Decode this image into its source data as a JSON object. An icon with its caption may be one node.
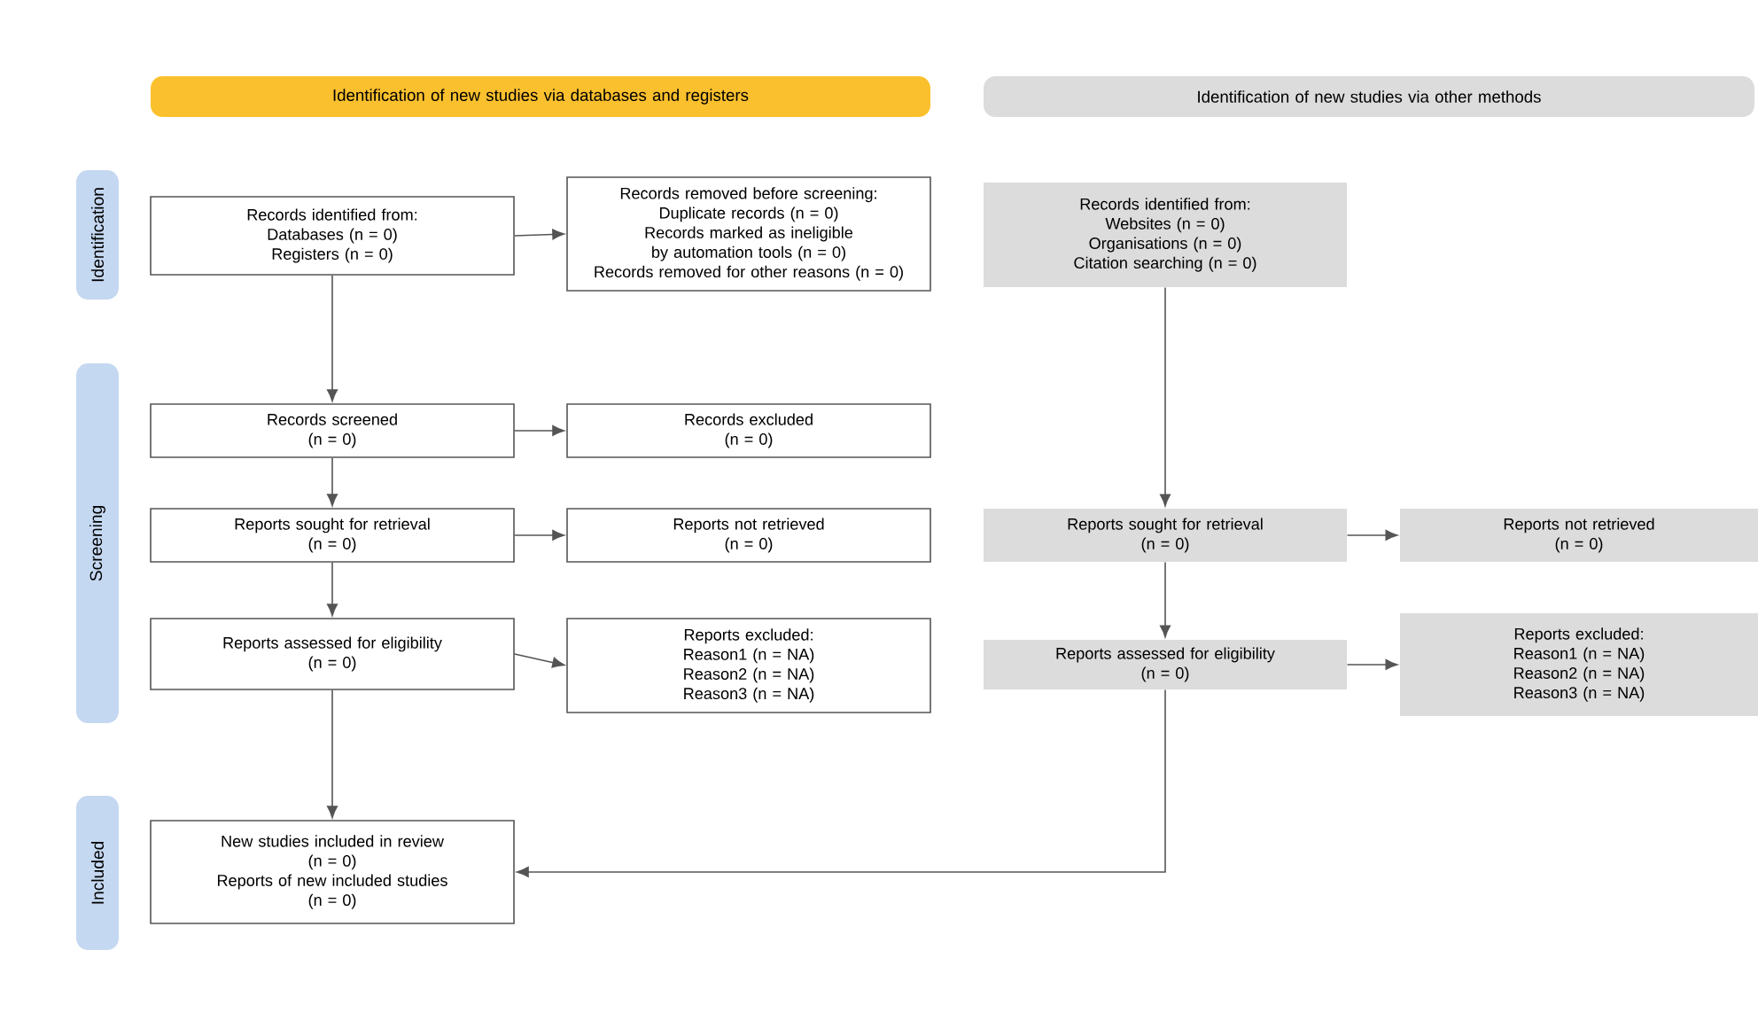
{
  "diagram": {
    "nodes": [
      {
        "text": [
          "Identification of new studies via databases and registers"
        ]
      },
      {
        "text": [
          "Identification of new studies via other methods"
        ]
      },
      {
        "text": [
          "Identification"
        ]
      },
      {
        "text": [
          "Screening"
        ]
      },
      {
        "text": [
          "Included"
        ]
      },
      {
        "text": [
          "Records identified from:",
          "Databases (n = 0)",
          "Registers (n = 0)"
        ]
      },
      {
        "text": [
          "Records removed before screening:",
          "Duplicate records (n = 0)",
          "Records marked as ineligible by automation tools (n = 0)",
          "Records removed for other reasons (n = 0)"
        ]
      },
      {
        "text": [
          "Records identified from:",
          "Websites (n = 0)",
          "Organisations (n = 0)",
          "Citation searching (n = 0)"
        ]
      },
      {
        "text": [
          "Records screened",
          "(n = 0)"
        ]
      },
      {
        "text": [
          "Records excluded",
          "(n = 0)"
        ]
      },
      {
        "text": [
          "Reports sought for retrieval",
          "(n = 0)"
        ]
      },
      {
        "text": [
          "Reports not retrieved",
          "(n = 0)"
        ]
      },
      {
        "text": [
          "Reports sought for retrieval",
          "(n = 0)"
        ]
      },
      {
        "text": [
          "Reports not retrieved",
          "(n = 0)"
        ]
      },
      {
        "text": [
          "Reports assessed for eligibility",
          "(n = 0)"
        ]
      },
      {
        "text": [
          "Reports excluded:",
          "Reason1 (n = NA)",
          "Reason2 (n = NA)",
          "Reason3 (n = NA)"
        ]
      },
      {
        "text": [
          "Reports assessed for eligibility",
          "(n = 0)"
        ]
      },
      {
        "text": [
          "Reports excluded:",
          "Reason1 (n = NA)",
          "Reason2 (n = NA)",
          "Reason3 (n = NA)"
        ]
      },
      {
        "text": [
          "New studies included in review",
          "(n = 0)",
          "Reports of new included studies",
          "(n = 0)"
        ]
      }
    ],
    "edges": [
      {
        "from": 5,
        "to": 6,
        "arrow": "to"
      },
      {
        "from": 5,
        "to": 8,
        "arrow": "to"
      },
      {
        "from": 8,
        "to": 9,
        "arrow": "to"
      },
      {
        "from": 8,
        "to": 10,
        "arrow": "to"
      },
      {
        "from": 10,
        "to": 11,
        "arrow": "to"
      },
      {
        "from": 10,
        "to": 14,
        "arrow": "to"
      },
      {
        "from": 14,
        "to": 15,
        "arrow": "to"
      },
      {
        "from": 14,
        "to": 18,
        "arrow": "to"
      },
      {
        "from": 7,
        "to": 12,
        "arrow": "to"
      },
      {
        "from": 12,
        "to": 13,
        "arrow": "to"
      },
      {
        "from": 12,
        "to": 16,
        "arrow": "to"
      },
      {
        "from": 16,
        "to": 17,
        "arrow": "to"
      },
      {
        "from": 16,
        "to": 18,
        "arrow": "to"
      }
    ]
  }
}
